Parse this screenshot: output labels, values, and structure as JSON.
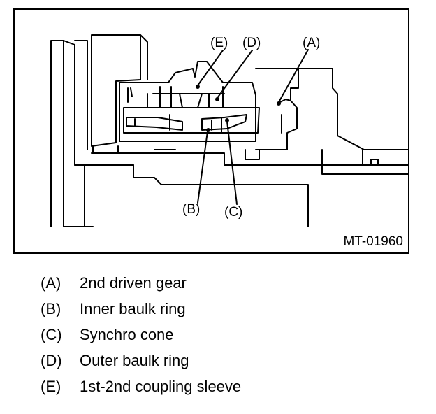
{
  "figure": {
    "id": "MT-01960",
    "callouts": [
      "(A)",
      "(B)",
      "(C)",
      "(D)",
      "(E)"
    ]
  },
  "legend": [
    {
      "key": "(A)",
      "text": "2nd driven gear"
    },
    {
      "key": "(B)",
      "text": "Inner baulk ring"
    },
    {
      "key": "(C)",
      "text": "Synchro cone"
    },
    {
      "key": "(D)",
      "text": "Outer baulk ring"
    },
    {
      "key": "(E)",
      "text": "1st-2nd coupling sleeve"
    }
  ]
}
